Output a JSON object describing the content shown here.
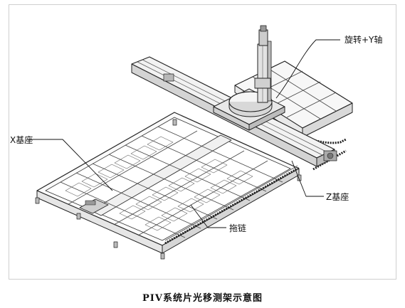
{
  "labels": {
    "rotation_y_axis": "旋转+Y轴",
    "x_base": "X基座",
    "z_base": "Z基座",
    "drag_chain": "拖链"
  },
  "caption": "PIV系统片光移测架示意图"
}
